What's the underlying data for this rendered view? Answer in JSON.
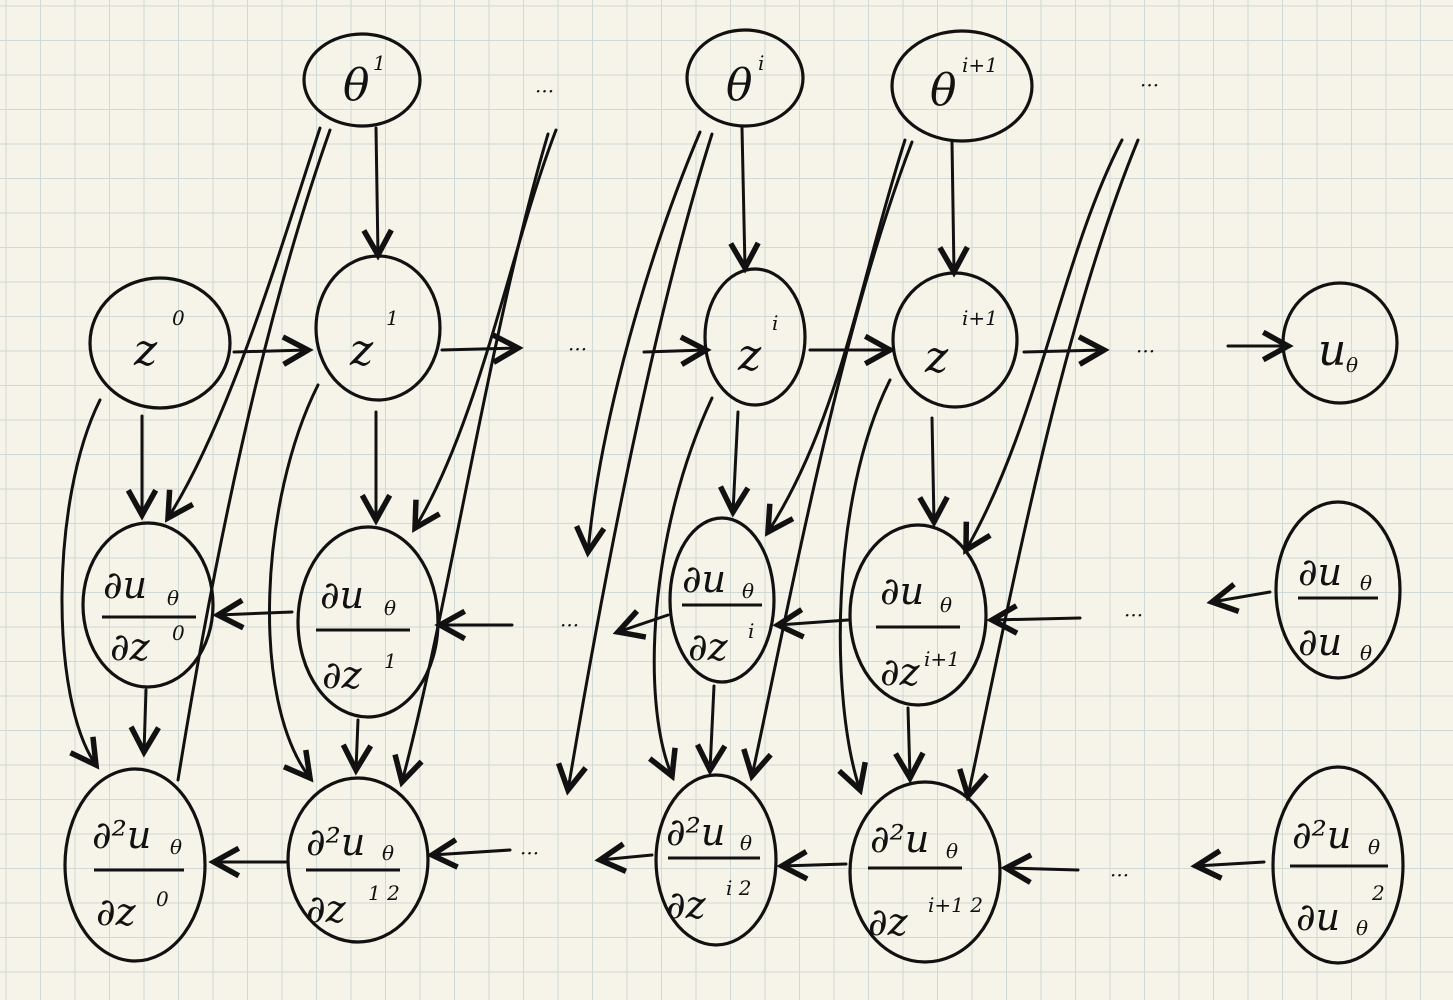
{
  "theme": {
    "paper": "#f6f4e8",
    "grid": "#cfd9d6",
    "ink": "#111111"
  },
  "nodes": {
    "theta1": {
      "base": "θ",
      "sup": "1"
    },
    "thetai": {
      "base": "θ",
      "sup": "i"
    },
    "thetai1": {
      "base": "θ",
      "sup": "i+1"
    },
    "z0": {
      "base": "z",
      "sup": "0"
    },
    "z1": {
      "base": "z",
      "sup": "1"
    },
    "zi": {
      "base": "z",
      "sup": "i"
    },
    "zi1": {
      "base": "z",
      "sup": "i+1"
    },
    "u": {
      "base": "u",
      "sub": "θ"
    },
    "d1_0": {
      "num": "∂u",
      "num_sub": "θ",
      "den": "∂z",
      "den_sup": "0"
    },
    "d1_1": {
      "num": "∂u",
      "num_sub": "θ",
      "den": "∂z",
      "den_sup": "1"
    },
    "d1_i": {
      "num": "∂u",
      "num_sub": "θ",
      "den": "∂z",
      "den_sup": "i"
    },
    "d1_i1": {
      "num": "∂u",
      "num_sub": "θ",
      "den": "∂z",
      "den_sup": "i+1"
    },
    "d1_u": {
      "num": "∂u",
      "num_sub": "θ",
      "den": "∂u",
      "den_sub": "θ"
    },
    "d2_0": {
      "num": "∂²u",
      "num_sub": "θ",
      "den": "∂z",
      "den_sup": "0"
    },
    "d2_1": {
      "num": "∂²u",
      "num_sub": "θ",
      "den": "∂z",
      "den_sup": "1 2"
    },
    "d2_i": {
      "num": "∂²u",
      "num_sub": "θ",
      "den": "∂z",
      "den_sup": "i 2"
    },
    "d2_i1": {
      "num": "∂²u",
      "num_sub": "θ",
      "den": "∂z",
      "den_sup": "i+1 2"
    },
    "d2_u": {
      "num": "∂²u",
      "num_sub": "θ",
      "den": "∂u",
      "den_sub": "θ",
      "den_sup": "2"
    }
  },
  "ellipsis": "···"
}
